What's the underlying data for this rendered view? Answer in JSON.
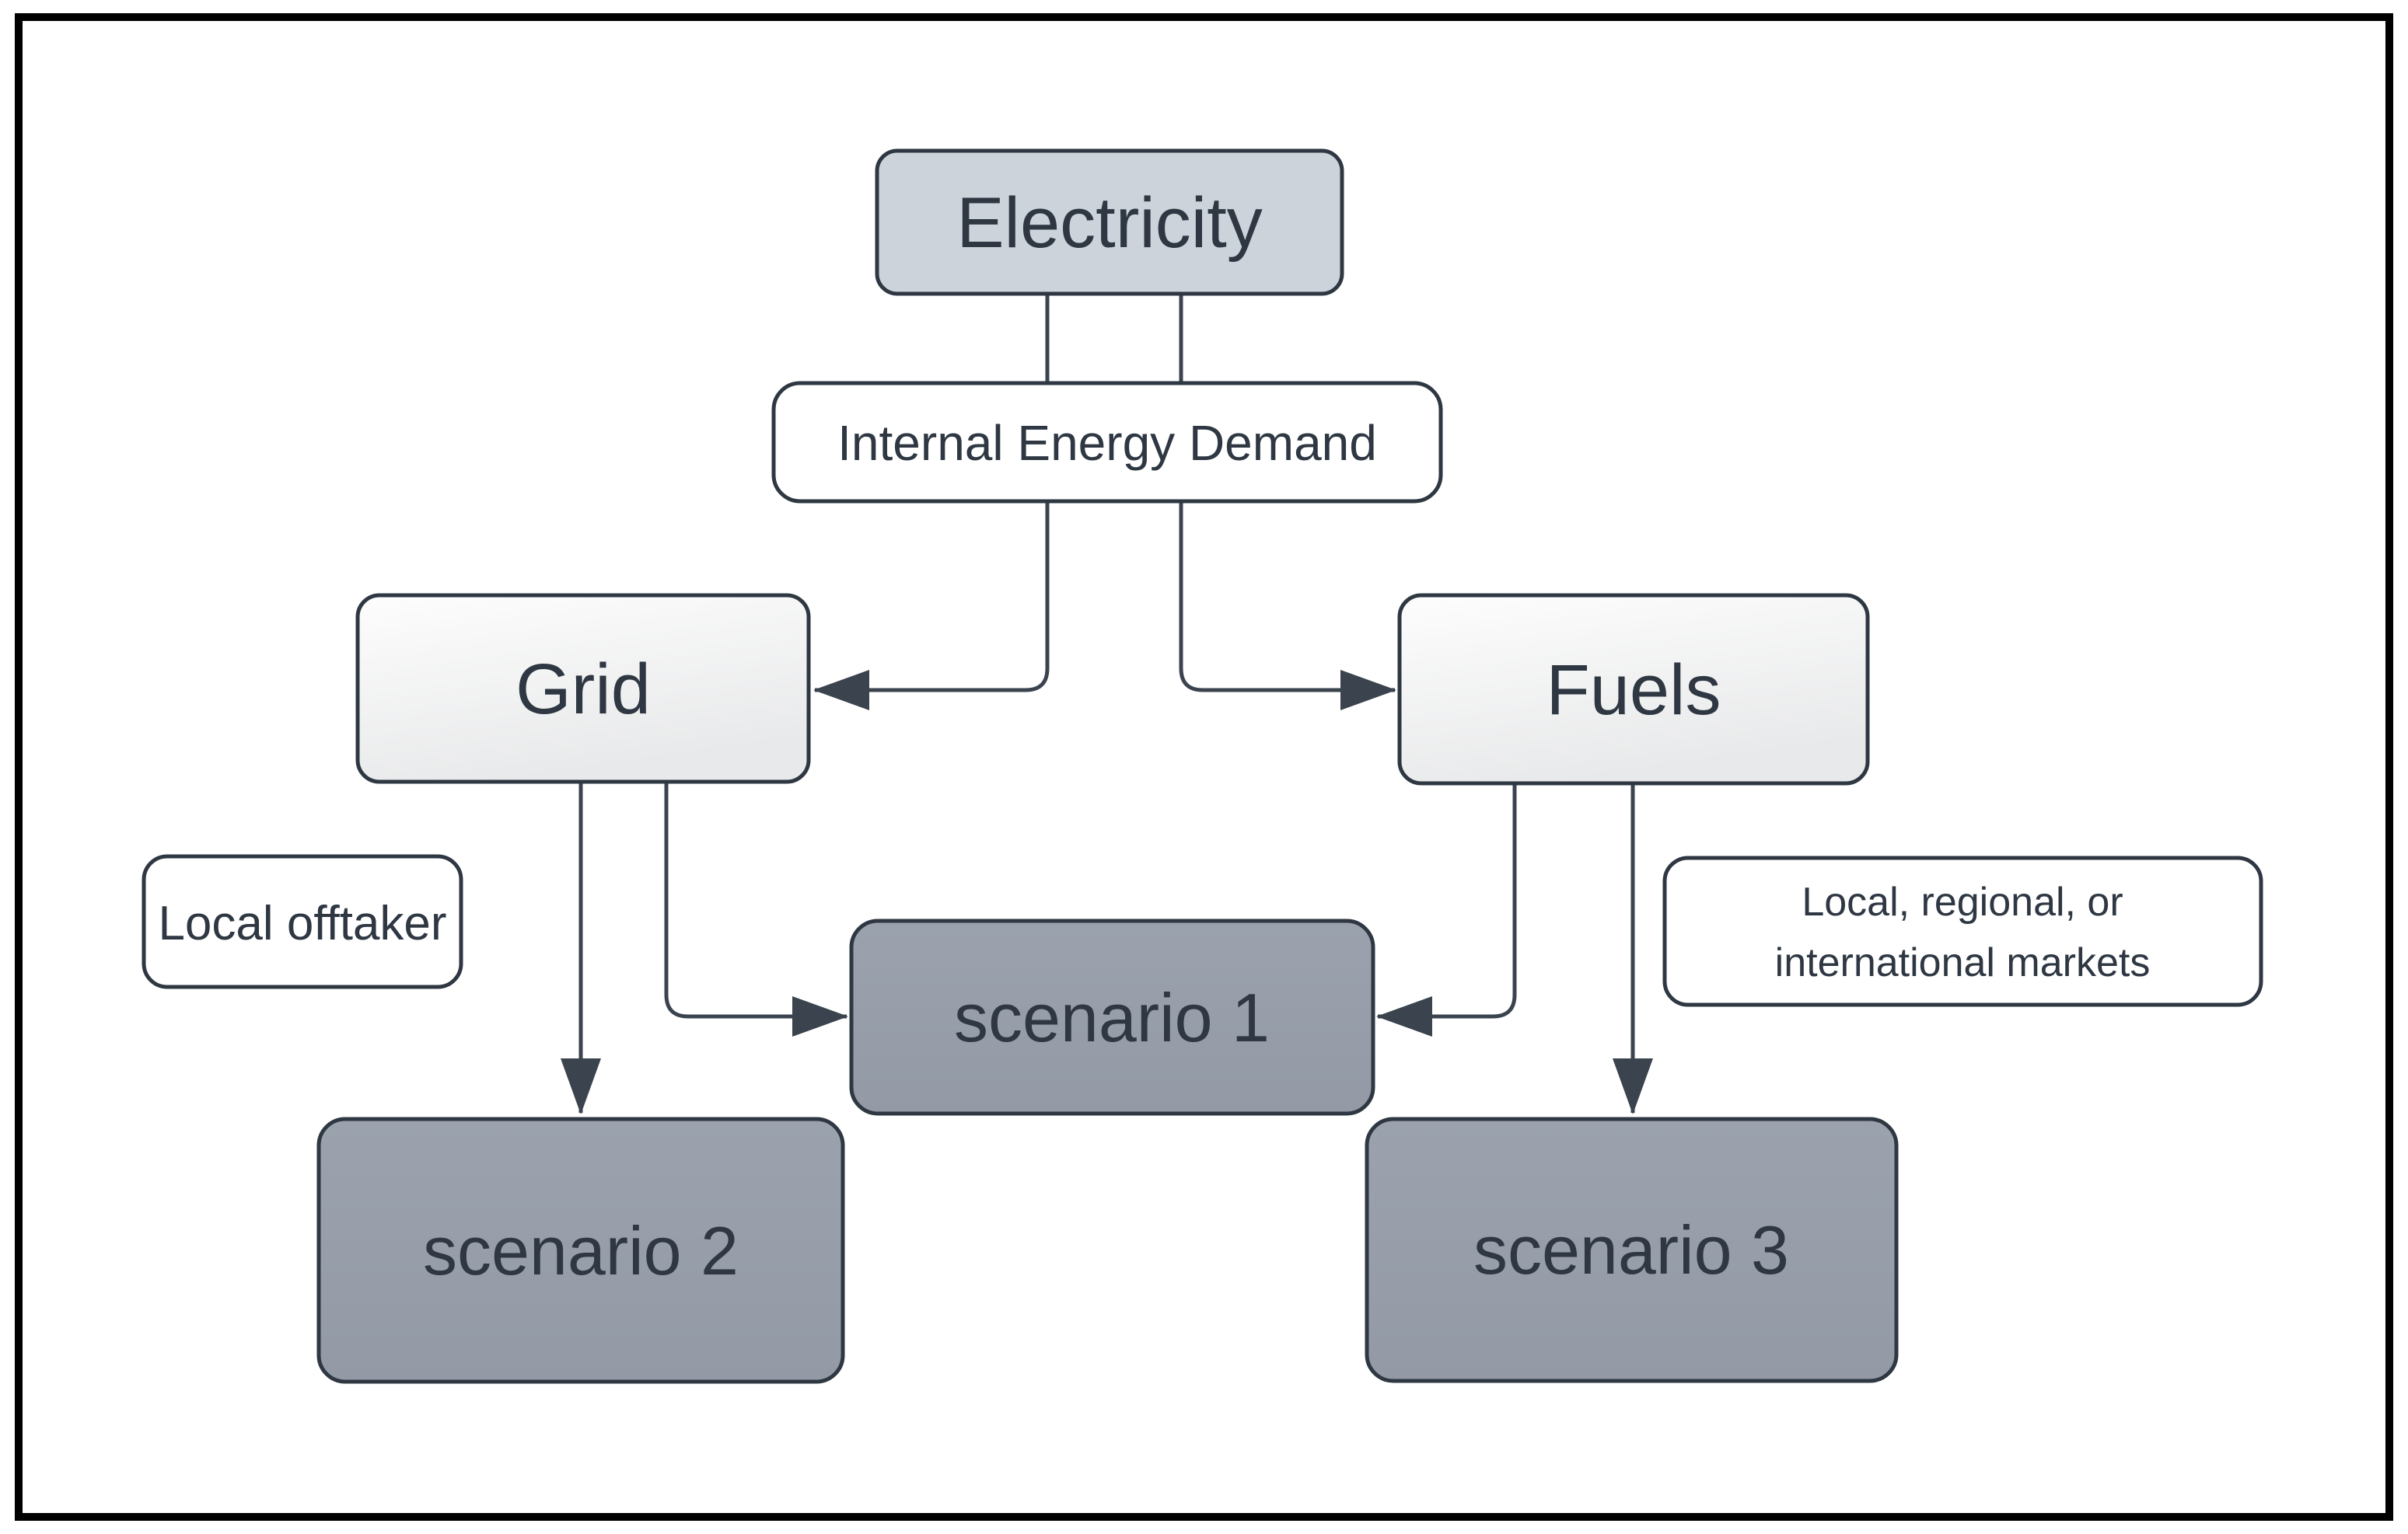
{
  "diagram": {
    "nodes": {
      "electricity": {
        "label": "Electricity"
      },
      "internal_energy_demand": {
        "label": "Internal Energy Demand"
      },
      "grid": {
        "label": "Grid"
      },
      "fuels": {
        "label": "Fuels"
      },
      "local_offtaker": {
        "label": "Local offtaker"
      },
      "markets": {
        "label_line1": "Local, regional, or",
        "label_line2": "international markets"
      },
      "scenario_1": {
        "label": "scenario 1"
      },
      "scenario_2": {
        "label": "scenario 2"
      },
      "scenario_3": {
        "label": "scenario 3"
      }
    },
    "edges": [
      {
        "from": "Electricity",
        "to": "Grid",
        "via": "Internal Energy Demand",
        "arrow": "into Grid right side"
      },
      {
        "from": "Electricity",
        "to": "Fuels",
        "via": "Internal Energy Demand",
        "arrow": "into Fuels left side"
      },
      {
        "from": "Grid",
        "to": "scenario 2",
        "arrow": "down into scenario 2 top"
      },
      {
        "from": "Grid",
        "to": "scenario 1",
        "arrow": "into scenario 1 left side"
      },
      {
        "from": "Fuels",
        "to": "scenario 1",
        "arrow": "into scenario 1 right side"
      },
      {
        "from": "Fuels",
        "to": "scenario 3",
        "arrow": "down into scenario 3 top"
      }
    ],
    "colors": {
      "bg": "#ffffff",
      "frame": "#000000",
      "node_border": "#2e3742",
      "connector": "#3a434e",
      "text": "#2e3742",
      "electricity_fill": "#ccd3da",
      "label_fill": "#ffffff",
      "scenario_fill_top": "#9ba2ad",
      "scenario_fill_bottom": "#939aa6",
      "gradient_top": "#fdfdfd",
      "gradient_bottom": "#e8e9ea"
    }
  }
}
